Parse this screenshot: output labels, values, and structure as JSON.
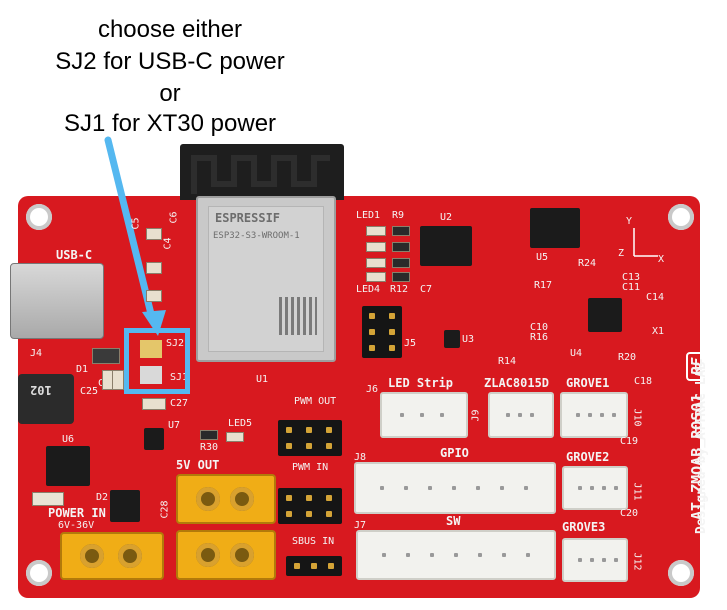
{
  "caption": {
    "line1": "choose either",
    "line2": "SJ2 for USB-C power",
    "line3": "or",
    "line4": "SJ1 for XT30 power"
  },
  "colors": {
    "board": "#d8191f",
    "arrow": "#55b8f0",
    "silkscreen": "#f4f4f4"
  },
  "silk": {
    "usb_c": "USB-C",
    "j4": "J4",
    "d1": "D1",
    "c25": "C25",
    "c26": "C26",
    "sj2": "SJ2",
    "sj1": "SJ1",
    "c27": "C27",
    "u1": "U1",
    "esp_brand": "ESPRESSIF",
    "esp_model": "ESP32-S3-WROOM-1",
    "led1": "LED1",
    "r9": "R9",
    "u2": "U2",
    "led4": "LED4",
    "r12": "R12",
    "c7": "C7",
    "j5": "J5",
    "u3": "U3",
    "u5": "U5",
    "r17": "R17",
    "r24": "R24",
    "c13": "C13",
    "c11": "C11",
    "c14": "C14",
    "c10": "C10",
    "r16": "R16",
    "u4": "U4",
    "r20": "R20",
    "x1": "X1",
    "led_strip": "LED Strip",
    "j6": "J6",
    "j9": "J9",
    "zlac": "ZLAC8015D",
    "r14": "R14",
    "grove1": "GROVE1",
    "c18": "C18",
    "c19": "C19",
    "grove2": "GROVE2",
    "c20": "C20",
    "grove3": "GROVE3",
    "pwm_out": "PWM OUT",
    "pwm_in": "PWM IN",
    "sbus_in": "SBUS IN",
    "led5": "LED5",
    "r30": "R30",
    "gpio": "GPIO",
    "j8": "J8",
    "sw": "SW",
    "j7": "J7",
    "out_5v": "5V OUT",
    "power_in": "POWER IN",
    "voltage": "6V-36V",
    "d2": "D2",
    "c28": "C28",
    "u6": "U6",
    "u7": "U7",
    "inductor": "102",
    "board_name": "AT_ZMOAB_ROS01",
    "board_mark": "RE",
    "designer": "Designed by ATTRAC LAB",
    "axis_y": "Y",
    "axis_z": "Z",
    "axis_x": "X",
    "j10": "J10",
    "j11": "J11",
    "j12": "J12",
    "c4": "C4",
    "c5": "C5",
    "c6": "C6"
  }
}
